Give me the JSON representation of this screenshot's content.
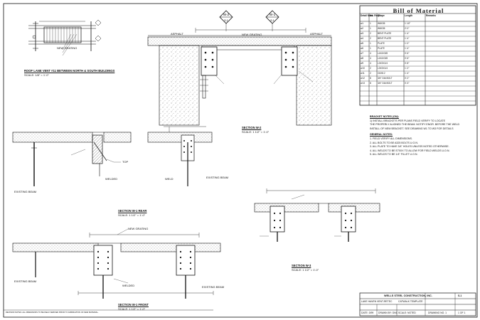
{
  "bom": {
    "title": "Bill of Material",
    "headers": [
      "Detail Mark",
      "No. Req'd",
      "Shape",
      "Length",
      "Remarks"
    ],
    "rows": [
      {
        "mark": "w1",
        "qty": "1",
        "shape": "W8X35",
        "length": "1'-10\"",
        "remarks": ""
      },
      {
        "mark": "w2",
        "qty": "1",
        "shape": "W8X35",
        "length": "2'-0\"",
        "remarks": ""
      },
      {
        "mark": "w3",
        "qty": "2",
        "shape": "BENT PLATE",
        "length": "1'-4\"",
        "remarks": ""
      },
      {
        "mark": "w4",
        "qty": "2",
        "shape": "BENT PLATE",
        "length": "1'-4\"",
        "remarks": ""
      },
      {
        "mark": "w5",
        "qty": "1",
        "shape": "PLATE",
        "length": "1'-0\"",
        "remarks": ""
      },
      {
        "mark": "w6",
        "qty": "1",
        "shape": "PLATE",
        "length": "1'-4\"",
        "remarks": ""
      },
      {
        "mark": "w7",
        "qty": "4",
        "shape": "L4X4X3/8",
        "length": "0'-6\"",
        "remarks": ""
      },
      {
        "mark": "w8",
        "qty": "4",
        "shape": "L4X4X3/8",
        "length": "0'-6\"",
        "remarks": ""
      },
      {
        "mark": "w9",
        "qty": "4",
        "shape": "L3X3X1/4",
        "length": "0'-8\"",
        "remarks": ""
      },
      {
        "mark": "w10",
        "qty": "2",
        "shape": "L3X3X1/4",
        "length": "1'-2\"",
        "remarks": ""
      },
      {
        "mark": "w11",
        "qty": "2",
        "shape": "C6X8.2",
        "length": "1'-4\"",
        "remarks": ""
      },
      {
        "mark": "w12",
        "qty": "8",
        "shape": "3/4\" DIA BOLT",
        "length": "0'-2\"",
        "remarks": ""
      },
      {
        "mark": "w13",
        "qty": "8",
        "shape": "3/4\" DIA BOLT",
        "length": "0'-3\"",
        "remarks": ""
      }
    ]
  },
  "drawings": {
    "plan_title": "ROOF LANE VENT #11 BETWEEN NORTH & SOUTH BUILDINGS",
    "plan_scale": "SCALE: 1/8\" = 1'-0\"",
    "plan_note": "NEW GRATING",
    "section_w2": "SECTION W-2",
    "section_w2_scale": "SCALE: 1 1/2\" = 1'-0\"",
    "section_w1_rear": "SECTION W-1 REAR",
    "section_w1_rear_scale": "SCALE: 1 1/2\" = 1'-0\"",
    "section_w1_front": "SECTION W-1 FRONT",
    "section_w1_front_scale": "SCALE: 1 1/2\" = 1'-0\"",
    "section_w3": "SECTION W-3",
    "section_w3_scale": "SCALE: 1 1/2\" = 1'-0\"",
    "callout_1_top": "W-2",
    "callout_1_bot": "S-1",
    "callout_2_top": "W-1",
    "callout_2_bot": "S-1",
    "labels": {
      "existing_beam": "EXISTING BEAM",
      "new_grating": "NEW GRATING",
      "asphalt": "ASPHALT",
      "welded": "WELDED",
      "top": "TOP",
      "weld_note": "WELD"
    }
  },
  "notes": {
    "bracket_heading": "BRACKET NOTES (ON):",
    "bracket_lines": [
      "1) INSTALL BRACKETS PER PLANS FIELD VERIFY TO LOCATE",
      "    THE PROPERLY ALIGNED THE BEAM. NOTIFY ENGR. BEFORE THE WELD",
      "    INSTALL OF NEW BRACKET. SEE DRAWING W1 TO W3 FOR DETAILS"
    ],
    "general_heading": "GENERAL NOTES:",
    "general_lines": [
      "1. FIELD VERIFY ALL DIMENSIONS.",
      "2. ALL BOLTS TO BE A325 BOLTS U.O.N.",
      "3. ALL PLATE TO HAVE 3/4\" HOLES UNLESS NOTED OTHERWISE.",
      "4. ALL WELDS TO BE E70XX TO ALLOW FOR FIELD WELDS U.O.N.",
      "5. ALL WELDS TO BE 1/4\" FILLET U.O.N."
    ]
  },
  "title_block": {
    "company": "WELLS STEEL CONSTRUCTION, INC.",
    "project": "LAKE HAVEN VENT-RETEC",
    "sheet_title": "CATWALK TEMPLATE",
    "row3_a": "DATE: 3/99",
    "row3_b": "DRAWN BY: DNC",
    "row3_c": "SCALE: NOTED",
    "sheet_no": "S-1",
    "drawing_no": "DRAWING NO. 1",
    "of": "1 OF 1"
  },
  "footer_note": "REVISION NOTES: ALL DIMENSIONS TO BE FIELD VERIFIED PRIOR TO FABRICATION OF NEW MATERIAL."
}
